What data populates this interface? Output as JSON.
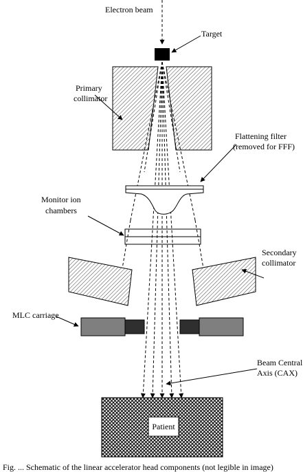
{
  "labels": {
    "electron_beam": "Electron beam",
    "target": "Target",
    "primary_collimator_1": "Primary",
    "primary_collimator_2": "collimator",
    "flattening_filter_1": "Flattening filter",
    "flattening_filter_2": "(removed for FFF)",
    "monitor_ion_1": "Monitor ion",
    "monitor_ion_2": "chambers",
    "secondary_collimator_1": "Secondary",
    "secondary_collimator_2": "collimator",
    "mlc_carriage": "MLC carriage",
    "beam_cax_1": "Beam Central",
    "beam_cax_2": "Axis (CAX)",
    "patient": "Patient"
  },
  "caption": "Fig. ... Schematic of the linear accelerator head components (not legible in image)",
  "colors": {
    "target": "#000000",
    "mlc_light": "#7f7f7f",
    "mlc_dark": "#2f2f2f",
    "hatch": "#000000",
    "background": "#ffffff"
  }
}
